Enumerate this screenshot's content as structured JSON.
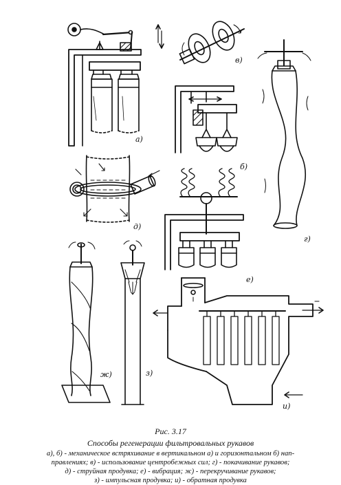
{
  "figure": {
    "panels": [
      {
        "key": "a",
        "label": "а)"
      },
      {
        "key": "b",
        "label": "б)"
      },
      {
        "key": "v",
        "label": "в)"
      },
      {
        "key": "g",
        "label": "г)"
      },
      {
        "key": "d",
        "label": "д)"
      },
      {
        "key": "e",
        "label": "е)"
      },
      {
        "key": "zh",
        "label": "ж)"
      },
      {
        "key": "z",
        "label": "з)"
      },
      {
        "key": "i",
        "label": "и)"
      }
    ]
  },
  "caption": {
    "figure_number": "Рис. 3.17",
    "title": "Способы регенерации фильтровальных рукавов",
    "lines": [
      "а), б) - механическое встряхивание в вертикальном а) и горизонтальном б) нап-",
      "правлениях; в) - использование центробежных сил; г) - покачивание рукавов;",
      "д) - струйная продувка; е) - вибрация; ж) - перекручивание рукавов;",
      "з) - импульсная продувка; и) - обратная продувка"
    ]
  }
}
